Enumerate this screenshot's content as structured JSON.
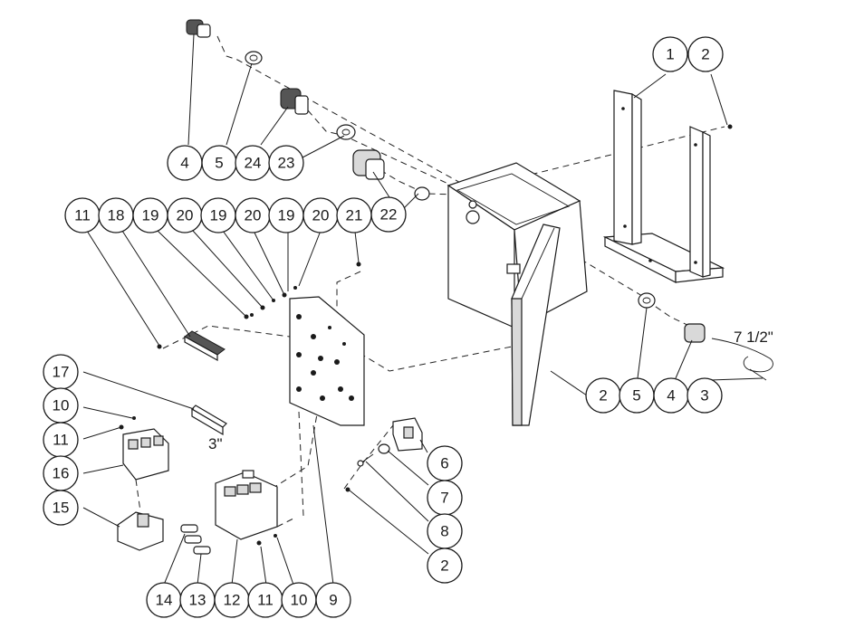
{
  "balloons": [
    {
      "id": "b1",
      "label": "1"
    },
    {
      "id": "b2a",
      "label": "2"
    },
    {
      "id": "b4a",
      "label": "4"
    },
    {
      "id": "b5a",
      "label": "5"
    },
    {
      "id": "b24",
      "label": "24"
    },
    {
      "id": "b23",
      "label": "23"
    },
    {
      "id": "b22",
      "label": "22"
    },
    {
      "id": "b11a",
      "label": "11"
    },
    {
      "id": "b18",
      "label": "18"
    },
    {
      "id": "b19a",
      "label": "19"
    },
    {
      "id": "b20a",
      "label": "20"
    },
    {
      "id": "b19b",
      "label": "19"
    },
    {
      "id": "b20b",
      "label": "20"
    },
    {
      "id": "b19c",
      "label": "19"
    },
    {
      "id": "b20c",
      "label": "20"
    },
    {
      "id": "b21",
      "label": "21"
    },
    {
      "id": "b17",
      "label": "17"
    },
    {
      "id": "b10a",
      "label": "10"
    },
    {
      "id": "b11b",
      "label": "11"
    },
    {
      "id": "b16",
      "label": "16"
    },
    {
      "id": "b15",
      "label": "15"
    },
    {
      "id": "b2b",
      "label": "2"
    },
    {
      "id": "b5b",
      "label": "5"
    },
    {
      "id": "b4b",
      "label": "4"
    },
    {
      "id": "b3",
      "label": "3"
    },
    {
      "id": "b6",
      "label": "6"
    },
    {
      "id": "b7",
      "label": "7"
    },
    {
      "id": "b8",
      "label": "8"
    },
    {
      "id": "b2c",
      "label": "2"
    },
    {
      "id": "b14",
      "label": "14"
    },
    {
      "id": "b13",
      "label": "13"
    },
    {
      "id": "b12",
      "label": "12"
    },
    {
      "id": "b11c",
      "label": "11"
    },
    {
      "id": "b10b",
      "label": "10"
    },
    {
      "id": "b9",
      "label": "9"
    }
  ],
  "dimensions": {
    "cable_length": "7 1/2\"",
    "din_rail_length": "3\""
  }
}
